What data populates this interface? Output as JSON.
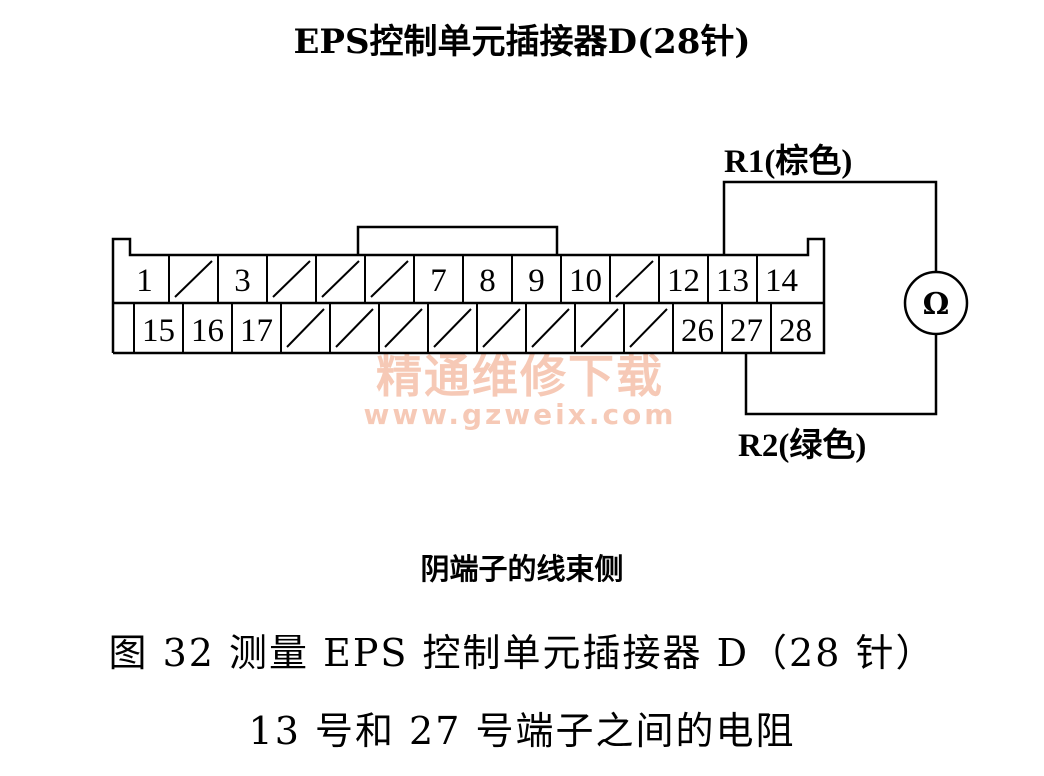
{
  "title": "EPS控制单元插接器D(28针)",
  "watermark": {
    "text_cn": "精通维修下载",
    "url": "www.gzweix.com",
    "color": "#f6c9b6"
  },
  "connector": {
    "row1_pins": [
      "1",
      "",
      "3",
      "",
      "",
      "",
      "7",
      "8",
      "9",
      "10",
      "",
      "12",
      "13",
      "14"
    ],
    "row2_pins": [
      "15",
      "16",
      "17",
      "",
      "",
      "",
      "",
      "",
      "",
      "",
      "",
      "26",
      "27",
      "28"
    ]
  },
  "wires": {
    "r1_label": "R1(棕色)",
    "r2_label": "R2(绿色)",
    "meter_symbol": "Ω"
  },
  "side_label": "阴端子的线束侧",
  "caption": {
    "line1": "图 32   测量 EPS 控制单元插接器 D（28 针）",
    "line2": "13 号和 27 号端子之间的电阻"
  }
}
